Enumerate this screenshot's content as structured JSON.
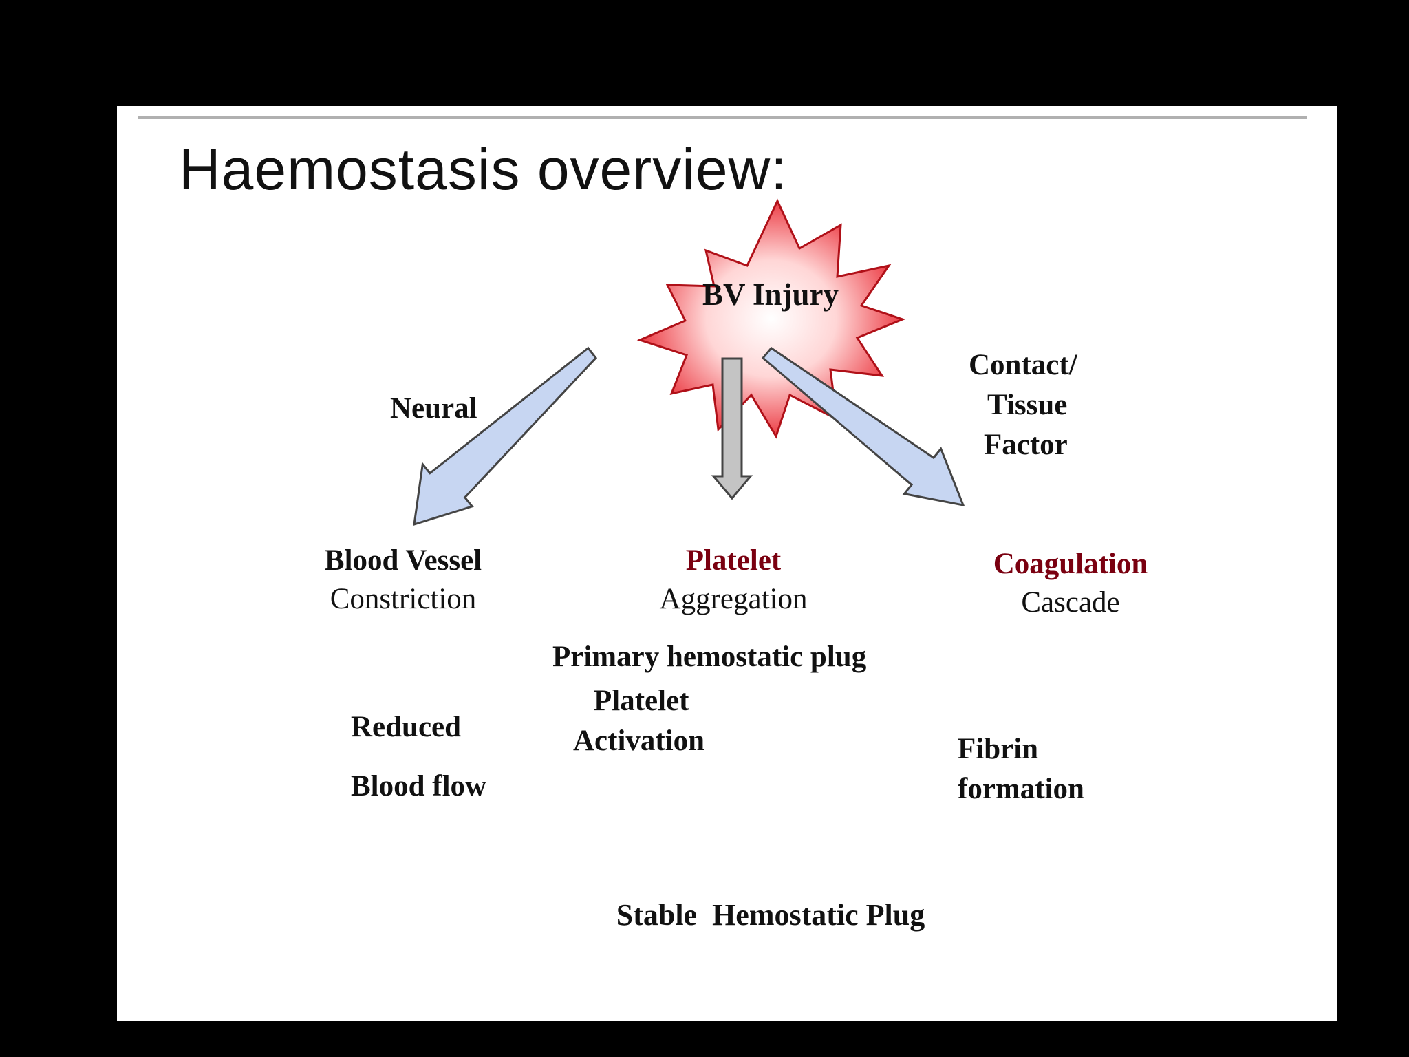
{
  "title": "Haemostasis overview:",
  "injury": {
    "label": "BV Injury"
  },
  "boxes": {
    "vessel": {
      "line1": "Blood Vessel",
      "line2": "Constriction"
    },
    "platelet": {
      "line1": "Platelet",
      "line2": "Aggregation"
    },
    "coagulation": {
      "line1": "Coagulation",
      "line2": "Cascade"
    }
  },
  "labels": {
    "neural": "Neural",
    "contact": [
      "Contact/",
      "Tissue",
      "Factor"
    ],
    "primary_plug": "Primary hemostatic plug",
    "reduced": "Reduced",
    "blood_flow": "Blood flow",
    "activation": [
      "Platelet",
      "Activation"
    ],
    "fibrin": [
      "Fibrin",
      "formation"
    ]
  },
  "outcome": {
    "label": "Stable  Hemostatic Plug"
  },
  "colors": {
    "star_fill": "#e8202a",
    "blue_arrow": "#c7d6f2",
    "gray_arrow": "#c4c4c4",
    "yellow_arrow": "#ffff00",
    "box_fill": "#ffffcc",
    "oval_fill": "#c87a3e"
  }
}
